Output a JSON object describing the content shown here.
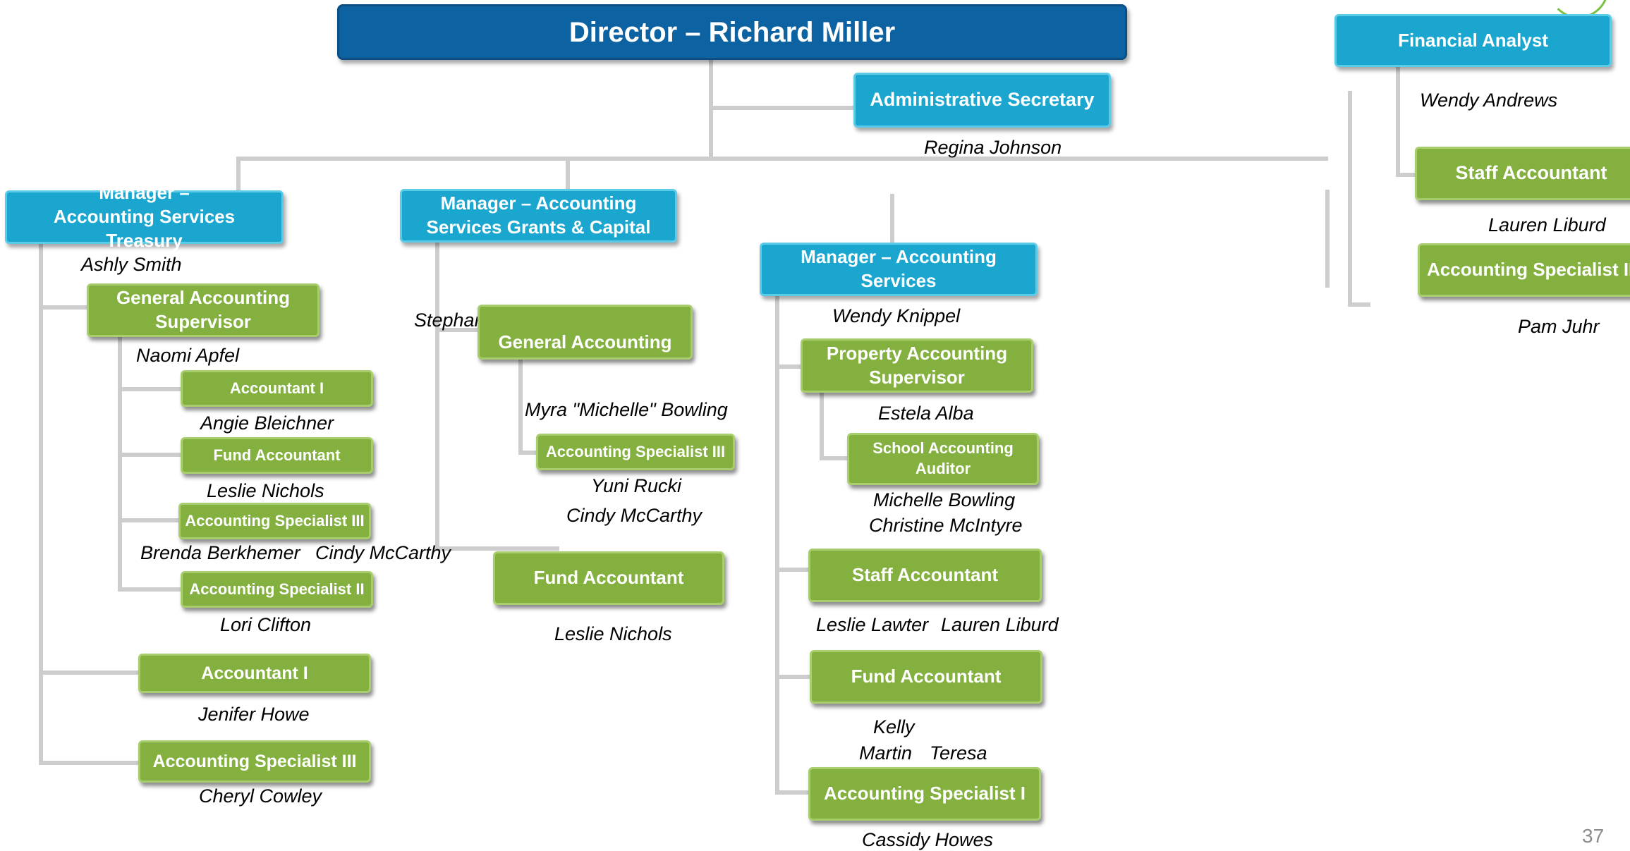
{
  "director": {
    "label": "Director – Richard Miller"
  },
  "admin_secretary": {
    "title": "Administrative Secretary",
    "person": "Regina Johnson"
  },
  "financial_analyst": {
    "title": "Financial Analyst",
    "person": "Wendy Andrews"
  },
  "fa_staff_accountant": {
    "title": "Staff Accountant",
    "person": "Lauren Liburd"
  },
  "fa_accounting_specialist": {
    "title": "Accounting Specialist III",
    "person": "Pam Juhr"
  },
  "treasury": {
    "title": "Manager –\nAccounting Services Treasury",
    "person": "Ashly Smith",
    "supervisor": {
      "title": "General Accounting\nSupervisor",
      "person": "Naomi Apfel"
    },
    "accountant_i": {
      "title": "Accountant  I",
      "person": "Angie Bleichner"
    },
    "fund_accountant": {
      "title": "Fund Accountant",
      "person": "Leslie Nichols"
    },
    "specialist_iii": {
      "title": "Accounting Specialist III",
      "person_1": "Brenda Berkhemer",
      "person_2": "Cindy McCarthy"
    },
    "specialist_ii": {
      "title": "Accounting Specialist II",
      "person": "Lori Clifton"
    },
    "accountant_i_2": {
      "title": "Accountant I",
      "person": "Jenifer Howe"
    },
    "specialist_iii_2": {
      "title": "Accounting Specialist III",
      "person": "Cheryl Cowley"
    }
  },
  "grants": {
    "title": "Manager – Accounting\nServices Grants & Capital",
    "person": "Stephan",
    "general_accounting": {
      "title": "General Accounting",
      "person": "Myra \"Michelle\" Bowling"
    },
    "specialist_iii": {
      "title": "Accounting Specialist  III",
      "person_1": "Yuni Rucki",
      "person_2": "Cindy McCarthy"
    },
    "fund_accountant": {
      "title": "Fund Accountant",
      "person": "Leslie Nichols"
    }
  },
  "services": {
    "title": "Manager – Accounting\nServices",
    "person": "Wendy Knippel",
    "property_supervisor": {
      "title": "Property Accounting\nSupervisor",
      "person": "Estela Alba"
    },
    "school_auditor": {
      "title": "School  Accounting\nAuditor",
      "person_1": "Michelle Bowling",
      "person_2": "Christine McIntyre"
    },
    "staff_accountant": {
      "title": "Staff Accountant",
      "person_1": "Leslie Lawter",
      "person_2": "Lauren Liburd"
    },
    "fund_accountant": {
      "title": "Fund Accountant",
      "person_1": "Kelly",
      "person_2": "Martin",
      "person_3": "Teresa"
    },
    "specialist_i": {
      "title": "Accounting Specialist I",
      "person": "Cassidy Howes"
    }
  },
  "page_number": "37",
  "colors": {
    "manager_blue": "#1ba6cf",
    "director_blue": "#0d62a2",
    "staff_green": "#83b03f",
    "connector_gray": "#cdcdcd"
  }
}
